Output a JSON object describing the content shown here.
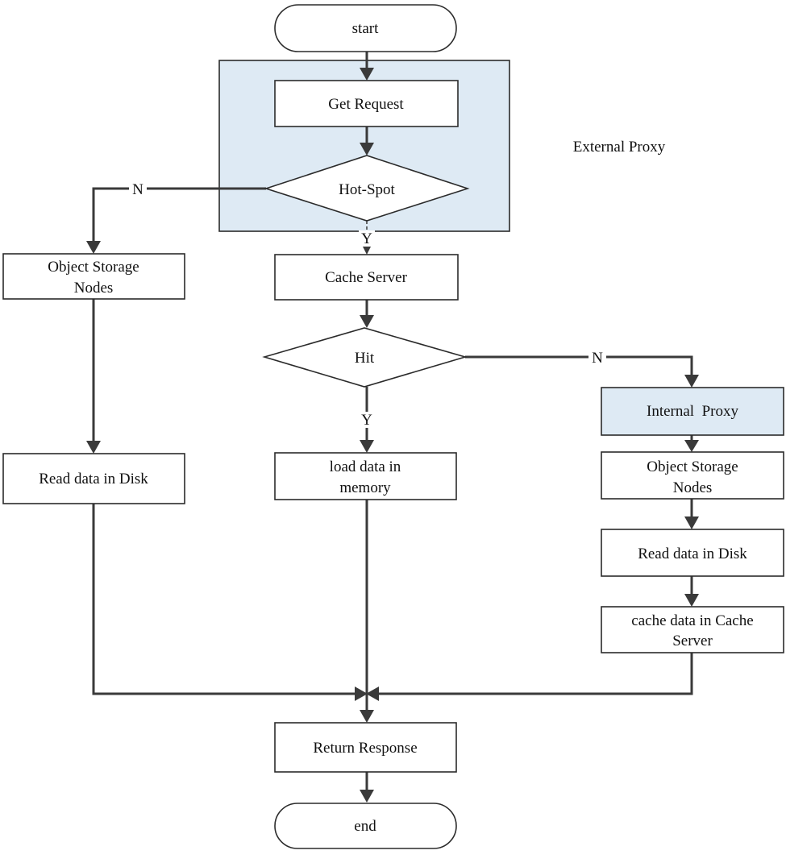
{
  "group_label": "External Proxy",
  "nodes": {
    "start": "start",
    "get_request": "Get Request",
    "hot_spot": "Hot-Spot",
    "cache_server": "Cache Server",
    "hit": "Hit",
    "object_storage_left": [
      "Object Storage",
      "Nodes"
    ],
    "read_disk_left": "Read data in Disk",
    "load_memory": [
      "load data in",
      "memory"
    ],
    "internal_proxy": "Internal  Proxy",
    "object_storage_right": [
      "Object Storage",
      "Nodes"
    ],
    "read_disk_right": "Read data in Disk",
    "cache_data": [
      "cache data in Cache",
      "Server"
    ],
    "return_response": "Return Response",
    "end": "end"
  },
  "edge_labels": {
    "hotspot_no": "N",
    "hotspot_yes": "Y",
    "hit_no": "N",
    "hit_yes": "Y"
  }
}
